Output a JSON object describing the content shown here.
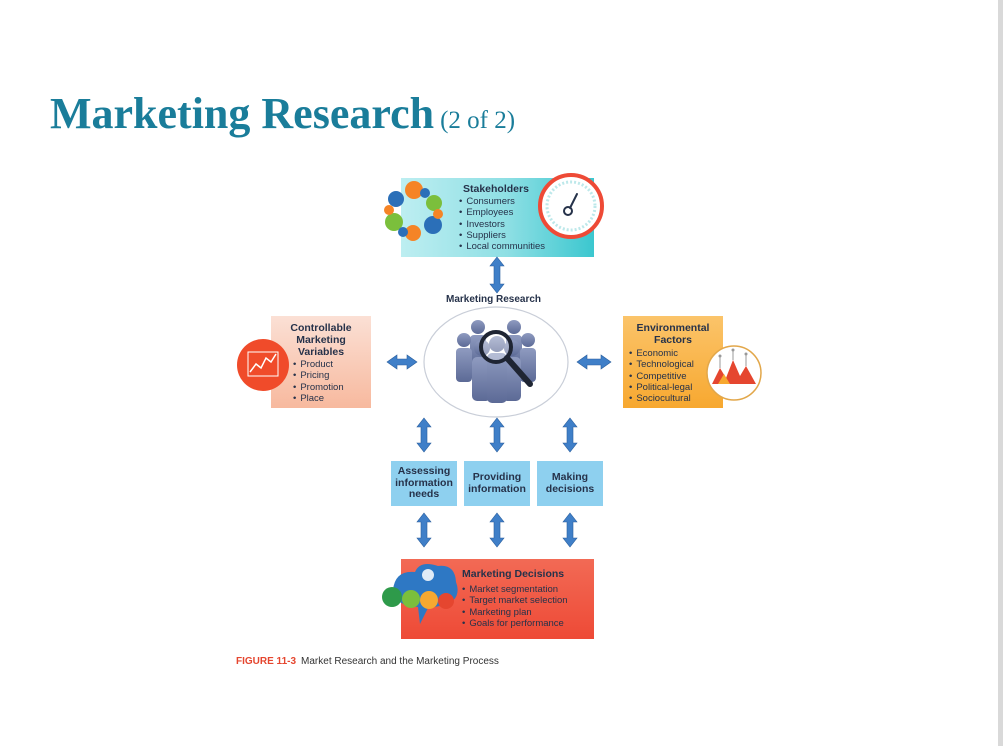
{
  "slide": {
    "title": "Marketing Research",
    "title_suffix": "(2 of 2)"
  },
  "figure": {
    "center_label": "Marketing Research",
    "stakeholders": {
      "title": "Stakeholders",
      "items": [
        "Consumers",
        "Employees",
        "Investors",
        "Suppliers",
        "Local communities"
      ]
    },
    "controllable": {
      "title_lines": [
        "Controllable",
        "Marketing",
        "Variables"
      ],
      "items": [
        "Product",
        "Pricing",
        "Promotion",
        "Place"
      ]
    },
    "environmental": {
      "title_lines": [
        "Environmental",
        "Factors"
      ],
      "items": [
        "Economic",
        "Technological",
        "Competitive",
        "Political-legal",
        "Sociocultural"
      ]
    },
    "process_steps": [
      {
        "lines": [
          "Assessing",
          "information",
          "needs"
        ]
      },
      {
        "lines": [
          "Providing",
          "information"
        ]
      },
      {
        "lines": [
          "Making",
          "decisions"
        ]
      }
    ],
    "decisions": {
      "title": "Marketing Decisions",
      "items": [
        "Market segmentation",
        "Target market selection",
        "Marketing plan",
        "Goals for performance"
      ]
    },
    "caption_number": "FIGURE 11-3",
    "caption_text": "Market Research and the Marketing Process",
    "colors": {
      "title": "#1a7d9a",
      "arrow": "#3f7fc8",
      "stakeholders": "#3bc7cf",
      "controllable": "#f7b99e",
      "environmental": "#f7a830",
      "process": "#8ed0ef",
      "decisions": "#ee4a36",
      "caption_number": "#e5462f"
    }
  }
}
